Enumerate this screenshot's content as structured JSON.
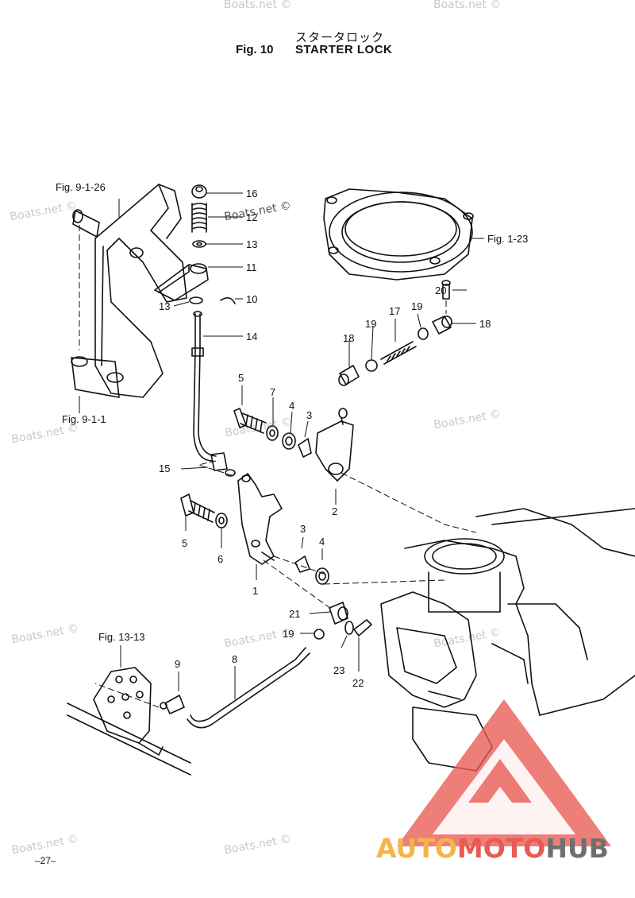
{
  "header": {
    "title_jp": "スタータロック",
    "fig_label": "Fig. 10",
    "title_en": "STARTER LOCK"
  },
  "watermark": "Boats.net ©",
  "page_number": "–27–",
  "references": {
    "fig_9_1_26": "Fig. 9-1-26",
    "fig_9_1_1": "Fig. 9-1-1",
    "fig_1_23": "Fig. 1-23",
    "fig_13_13": "Fig. 13-13"
  },
  "callouts": [
    "16",
    "12",
    "13",
    "11",
    "10",
    "13",
    "14",
    "20",
    "19",
    "17",
    "18",
    "19",
    "18",
    "5",
    "7",
    "4",
    "3",
    "2",
    "15",
    "5",
    "6",
    "3",
    "4",
    "1",
    "21",
    "19",
    "23",
    "22",
    "9",
    "8"
  ],
  "logo": {
    "part1": "AUTO",
    "part2": "MOTO",
    "part3": "HUB",
    "red": "#e85a52",
    "orange": "#f5b44a",
    "gray": "#6f6f6f"
  }
}
